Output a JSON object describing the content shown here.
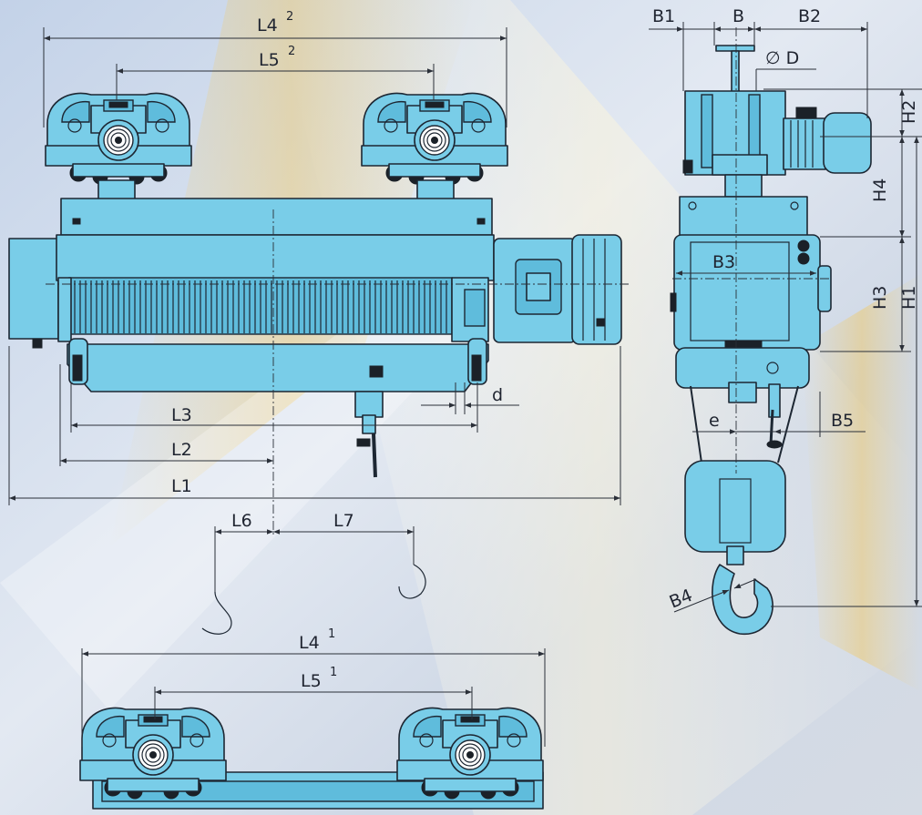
{
  "labels": {
    "L4_top": "L4",
    "L4_top_sup": "2",
    "L5_top": "L5",
    "L5_top_sup": "2",
    "L3": "L3",
    "L2": "L2",
    "L1": "L1",
    "d": "d",
    "L6": "L6",
    "L7": "L7",
    "L4_bottom": "L4",
    "L4_bottom_sup": "1",
    "L5_bottom": "L5",
    "L5_bottom_sup": "1",
    "B1": "B1",
    "B": "B",
    "B2": "B2",
    "D": "∅ D",
    "H2": "H2",
    "H4": "H4",
    "H3": "H3",
    "H1": "H1",
    "B3": "B3",
    "e": "e",
    "B5": "B5",
    "B4": "B4"
  },
  "colors": {
    "part_fill": "#79cde8",
    "outline": "#1d2733",
    "background": "#cdd9ea"
  }
}
